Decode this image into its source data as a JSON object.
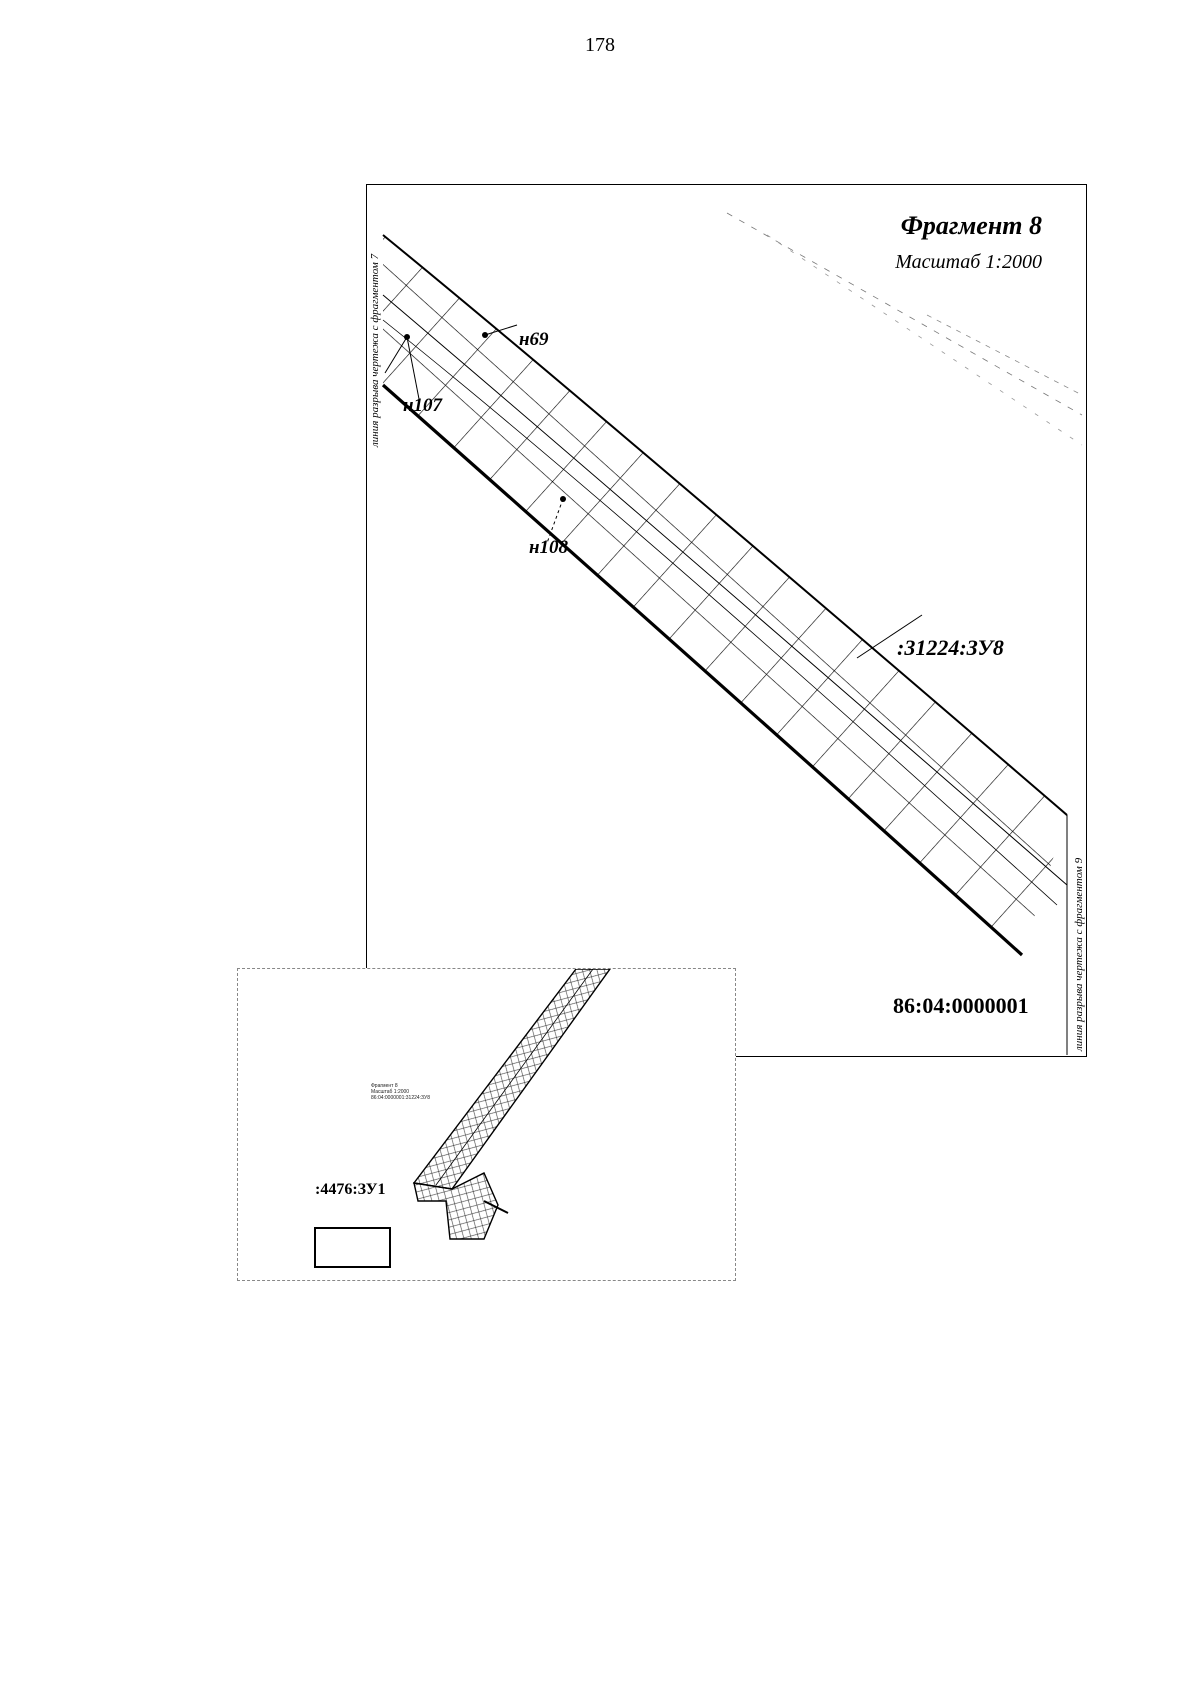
{
  "page": {
    "number": "178"
  },
  "fragment": {
    "title": "Фрагмент 8",
    "scale": "Масштаб 1:2000",
    "points": [
      "н69",
      "н107",
      "н108"
    ],
    "parcel_label": ":31224:ЗУ8",
    "quarter_label": "86:04:0000001",
    "left_edge_note": "линия разрыва чертежа с фрагментом 7",
    "right_edge_note": "линия разрыва чертежа с фрагментом 9"
  },
  "inset": {
    "mini_lines": [
      "Фрагмент 8",
      "Масштаб 1:2000",
      "86:04:0000001:31224:ЗУ8"
    ],
    "parcel_label": ":4476:ЗУ1"
  }
}
